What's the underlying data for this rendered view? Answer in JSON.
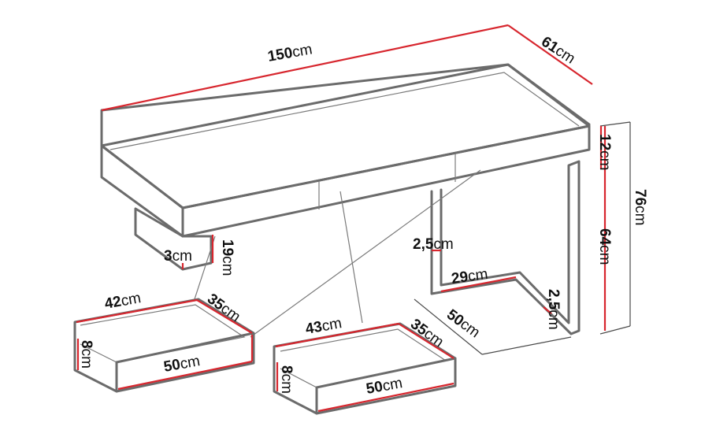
{
  "colors": {
    "outline": "#6b6b6b",
    "dimension": "#d7262e",
    "text": "#111111"
  },
  "desk": {
    "width": {
      "value": "150",
      "unit": "cm"
    },
    "depth": {
      "value": "61",
      "unit": "cm"
    },
    "top_thickness": {
      "value": "12",
      "unit": "cm"
    },
    "total_height": {
      "value": "76",
      "unit": "cm"
    },
    "leg_height": {
      "value": "64",
      "unit": "cm"
    },
    "cabinet_height": {
      "value": "19",
      "unit": "cm"
    },
    "cabinet_thickness": {
      "value": "3",
      "unit": "cm"
    }
  },
  "leg": {
    "profile": {
      "value": "2,5",
      "unit": "cm"
    },
    "inner_depth": {
      "value": "29",
      "unit": "cm"
    },
    "base_thickness": {
      "value": "2,5",
      "unit": "cm"
    },
    "base_depth": {
      "value": "50",
      "unit": "cm"
    }
  },
  "drawer_left": {
    "inner_width": {
      "value": "42",
      "unit": "cm"
    },
    "depth": {
      "value": "35",
      "unit": "cm"
    },
    "height": {
      "value": "8",
      "unit": "cm"
    },
    "front_width": {
      "value": "50",
      "unit": "cm"
    }
  },
  "drawer_right": {
    "inner_width": {
      "value": "43",
      "unit": "cm"
    },
    "depth": {
      "value": "35",
      "unit": "cm"
    },
    "height": {
      "value": "8",
      "unit": "cm"
    },
    "front_width": {
      "value": "50",
      "unit": "cm"
    }
  }
}
